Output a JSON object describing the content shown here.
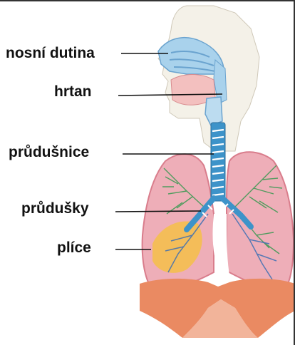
{
  "labels": {
    "nasal_cavity": "nosní dutina",
    "larynx": "hrtan",
    "trachea": "průdušnice",
    "bronchi": "průdušky",
    "lungs": "plíce"
  },
  "colors": {
    "skin": "#f4f1e8",
    "nasal": "#a9d2ec",
    "nasal_dark": "#6aa3cf",
    "mouth": "#f3c0bf",
    "trachea_blue": "#3d93c9",
    "lung_pink": "#eeaeb8",
    "lung_edge": "#d97d8c",
    "tree_green": "#3f9a55",
    "vein_blue": "#3c6fb4",
    "yellow": "#f5c13a",
    "diaphragm": "#ea8a62",
    "leader_line": "#111111"
  }
}
